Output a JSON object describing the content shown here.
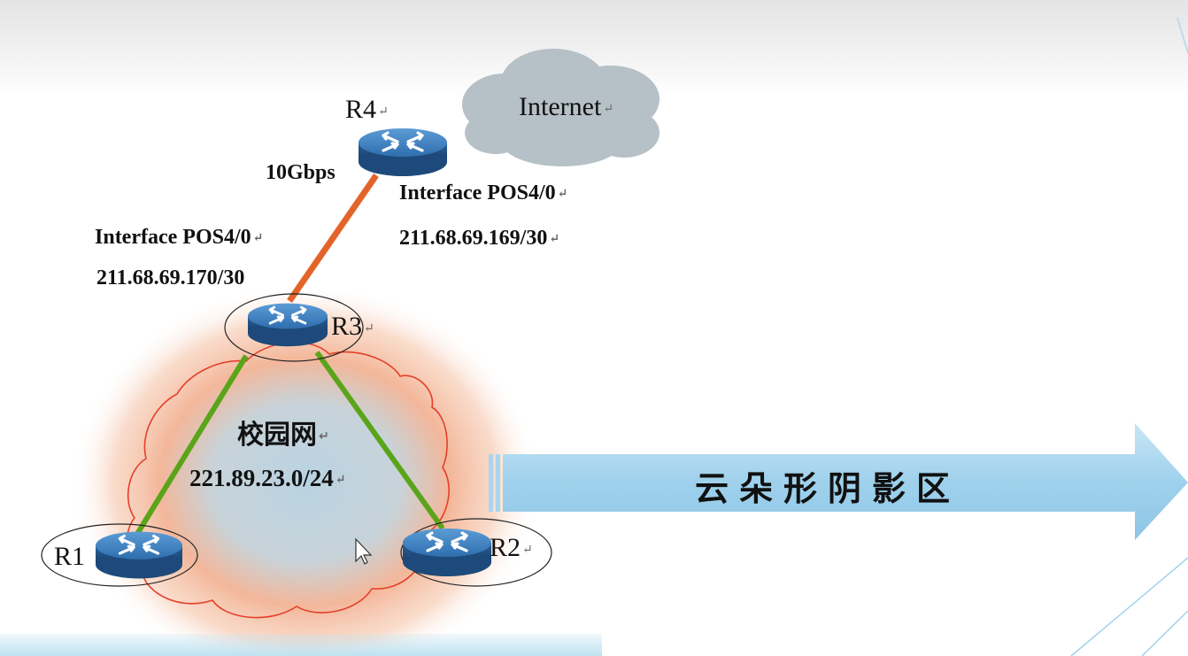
{
  "nodes": {
    "r4": {
      "label": "R4"
    },
    "r3": {
      "label": "R3"
    },
    "r1": {
      "label": "R1"
    },
    "r2": {
      "label": "R2"
    },
    "internet": {
      "label": "Internet"
    }
  },
  "link_r4_r3": {
    "speed": "10Gbps",
    "r3_side": {
      "interface": "Interface POS4/0",
      "ip": "211.68.69.170/30"
    },
    "r4_side": {
      "interface": "Interface POS4/0",
      "ip": "211.68.69.169/30"
    }
  },
  "campus": {
    "name": "校园网",
    "subnet": "221.89.23.0/24"
  },
  "callout": {
    "text": "云朵形阴影区"
  },
  "paragraph_mark": "↵",
  "colors": {
    "uplink": "#e3642a",
    "campus_link": "#5aa419",
    "router_body": "#2d6fb0",
    "cloud_gray": "#b6c1c7",
    "callout_arrow": "#a9d6ee",
    "campus_glow": "#f28b5a"
  }
}
